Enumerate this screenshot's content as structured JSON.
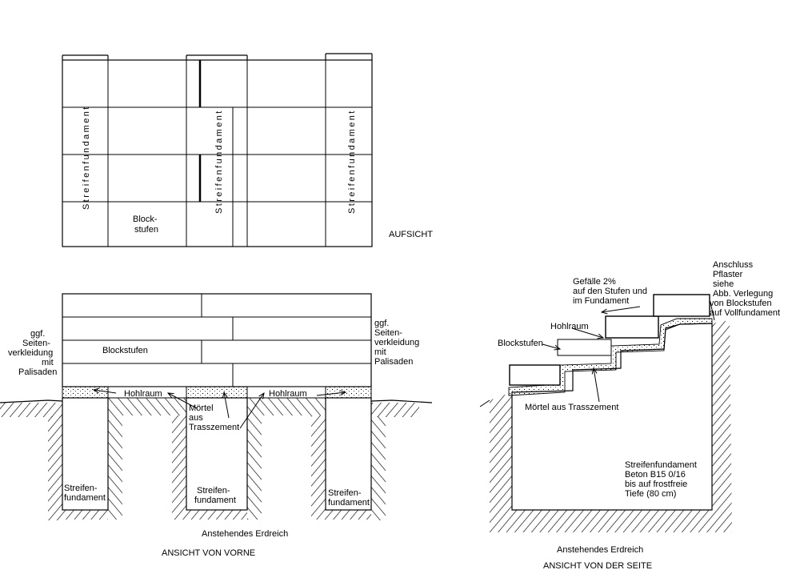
{
  "top_view": {
    "strip_label_left": "Streifenfundament",
    "strip_label_center": "Streifenfundament",
    "strip_label_right": "Streifenfundament",
    "block_label_1": "Block-",
    "block_label_2": "stufen",
    "title": "AUFSICHT"
  },
  "front_view": {
    "side_left_1": "ggf.",
    "side_left_2": "Seiten-",
    "side_left_3": "verkleidung",
    "side_left_4": "mit",
    "side_left_5": "Palisaden",
    "side_right_1": "ggf.",
    "side_right_2": "Seiten-",
    "side_right_3": "verkleidung",
    "side_right_4": "mit",
    "side_right_5": "Palisaden",
    "blockstufen": "Blockstufen",
    "hohlraum_left": "Hohlraum",
    "hohlraum_right": "Hohlraum",
    "moertel_1": "Mörtel",
    "moertel_2": "aus",
    "moertel_3": "Trasszement",
    "fund_left_1": "Streifen-",
    "fund_left_2": "fundament",
    "fund_center_1": "Streifen-",
    "fund_center_2": "fundament",
    "fund_right_1": "Streifen-",
    "fund_right_2": "fundament",
    "soil": "Anstehendes Erdreich",
    "title": "ANSICHT VON VORNE"
  },
  "side_view": {
    "anschluss_1": "Anschluss",
    "anschluss_2": "Pflaster",
    "anschluss_3": "siehe",
    "anschluss_4": "Abb. Verlegung",
    "anschluss_5": "von Blockstufen",
    "anschluss_6": "auf Vollfundament",
    "gefaelle_1": "Gefälle 2%",
    "gefaelle_2": "auf den Stufen und",
    "gefaelle_3": "im Fundament",
    "hohlraum": "Hohlraum",
    "blockstufen": "Blockstufen",
    "moertel": "Mörtel aus Trasszement",
    "fund_1": "Streifenfundament",
    "fund_2": "Beton B15 0/16",
    "fund_3": "bis auf frostfreie",
    "fund_4": "Tiefe (80 cm)",
    "soil": "Anstehendes Erdreich",
    "title": "ANSICHT VON DER SEITE"
  }
}
